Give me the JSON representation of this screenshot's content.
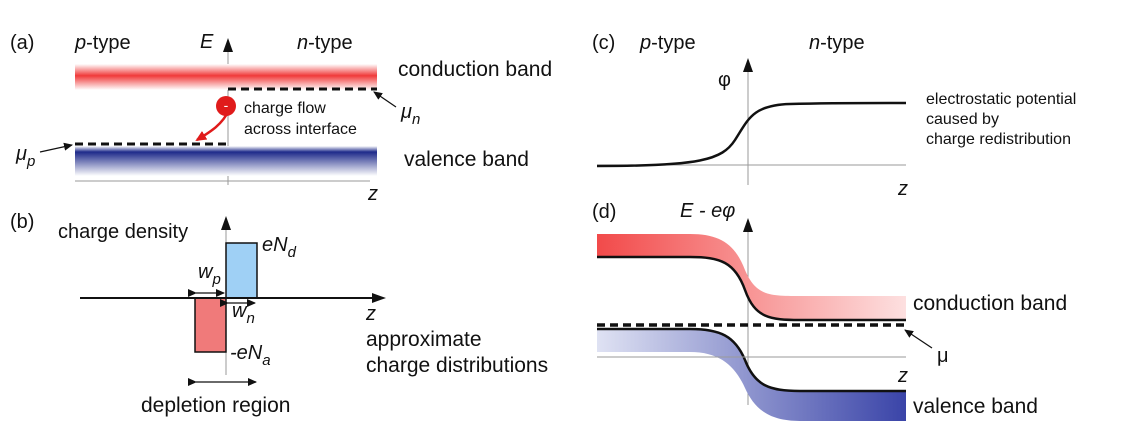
{
  "panels": {
    "a": {
      "tag": "(a)",
      "p_label": "p",
      "p_suffix": "-type",
      "n_label": "n",
      "n_suffix": "-type",
      "axis_e": "E",
      "axis_z": "z",
      "conduction_label": "conduction band",
      "valence_label": "valence band",
      "charge_symbol": "-",
      "flow_line1": "charge flow",
      "flow_line2": "across interface",
      "mu_n": "μ",
      "mu_n_sub": "n",
      "mu_p": "μ",
      "mu_p_sub": "p"
    },
    "b": {
      "tag": "(b)",
      "axis_y": "charge density",
      "axis_z": "z",
      "end_label": "eN",
      "end_sub": "d",
      "neg_label": "-eN",
      "neg_sub": "a",
      "wp": "w",
      "wp_sub": "p",
      "wn": "w",
      "wn_sub": "n",
      "approx_line1": "approximate",
      "approx_line2": "charge distributions",
      "depletion": "depletion region"
    },
    "c": {
      "tag": "(c)",
      "p_label": "p",
      "p_suffix": "-type",
      "n_label": "n",
      "n_suffix": "-type",
      "axis_phi": "φ",
      "axis_z": "z",
      "note_line1": "electrostatic potential",
      "note_line2": "caused by",
      "note_line3": "charge redistribution"
    },
    "d": {
      "tag": "(d)",
      "axis_y_e": "E",
      "axis_y_rest": " - eφ",
      "axis_z": "z",
      "conduction_label": "conduction band",
      "valence_label": "valence band",
      "mu": "μ"
    }
  },
  "colors": {
    "conduction": "#f03a3a",
    "valence": "#1e2a8a",
    "positive_charge": "#9fd0f5",
    "negative_charge": "#f07a7a",
    "electron": "#e01b1b",
    "line": "#111111",
    "axis": "#888888"
  }
}
